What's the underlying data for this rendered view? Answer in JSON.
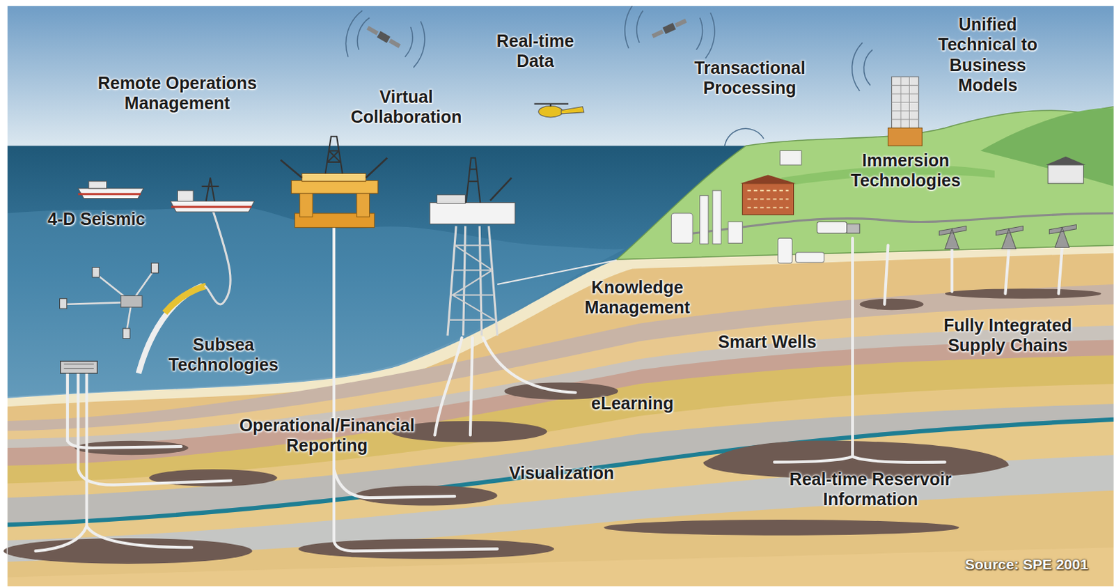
{
  "diagram": {
    "labels": [
      "Remote Operations Management",
      "Virtual Collaboration",
      "Real-time Data",
      "Transactional Processing",
      "Unified Technical to Business Models",
      "Immersion Technologies",
      "4-D Seismic",
      "Subsea Technologies",
      "Knowledge Management",
      "Smart Wells",
      "Fully Integrated Supply Chains",
      "eLearning",
      "Operational/Financial Reporting",
      "Visualization",
      "Real-time Reservoir Information",
      "Source: SPE 2001"
    ]
  }
}
